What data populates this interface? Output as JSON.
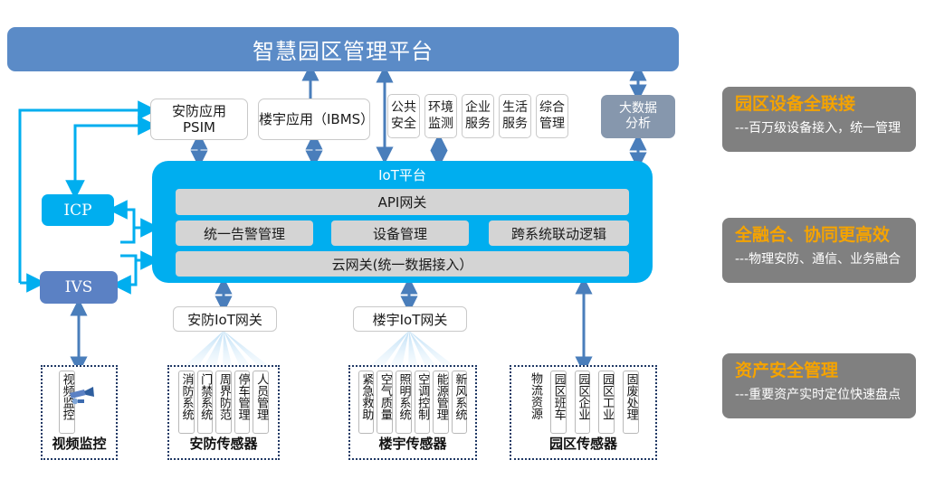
{
  "platform": {
    "title": "智慧园区管理平台"
  },
  "applications": {
    "psim": "安防应用\nPSIM",
    "psim_line1": "安防应用",
    "psim_line2": "PSIM",
    "ibms": "楼宇应用（IBMS）",
    "small_boxes": [
      {
        "line1": "公共",
        "line2": "安全"
      },
      {
        "line1": "环境",
        "line2": "监测"
      },
      {
        "line1": "企业",
        "line2": "服务"
      },
      {
        "line1": "生活",
        "line2": "服务"
      },
      {
        "line1": "综合",
        "line2": "管理"
      }
    ],
    "bigdata": {
      "line1": "大数据",
      "line2": "分析"
    }
  },
  "iot": {
    "title": "IoT平台",
    "api_gateway": "API网关",
    "modules": [
      "统一告警管理",
      "设备管理",
      "跨系统联动逻辑"
    ],
    "cloud_gateway": "云网关(统一数据接入）"
  },
  "side": {
    "icp": "ICP",
    "ivs": "IVS"
  },
  "gateways": {
    "security": "安防IoT网关",
    "building": "楼宇IoT网关"
  },
  "sensor_groups": [
    {
      "id": "video",
      "label": "视频监控",
      "items": [
        "视频监控"
      ]
    },
    {
      "id": "security",
      "label": "安防传感器",
      "items": [
        "消防系统",
        "门禁系统",
        "周界防范",
        "停车管理",
        "人员管理"
      ]
    },
    {
      "id": "building",
      "label": "楼宇传感器",
      "items": [
        "紧急救助",
        "空气质量",
        "照明系统",
        "空调控制",
        "能源管理",
        "新风系统"
      ]
    },
    {
      "id": "park",
      "label": "园区传感器",
      "items": [
        "物流资源",
        "园区班车",
        "园区企业",
        "园区工业",
        "固废处理"
      ]
    }
  ],
  "feature_cards": [
    {
      "title": "园区设备全联接",
      "subtitle": "---百万级设备接入，统一管理"
    },
    {
      "title": "全融合、协同更高效",
      "subtitle": "---物理安防、通信、业务融合"
    },
    {
      "title": "资产安全管理",
      "subtitle": "---重要资产实时定位快速盘点"
    }
  ],
  "colors": {
    "platform_blue": "#5B8BC7",
    "iot_cyan": "#00AEEF",
    "ivs_blue": "#5B81C4",
    "bigdata_gray": "#8697AD",
    "card_gray": "#808080",
    "accent_orange": "#F5A300",
    "arrow_steel": "#4472C4",
    "dotted_navy": "#1F3864"
  }
}
